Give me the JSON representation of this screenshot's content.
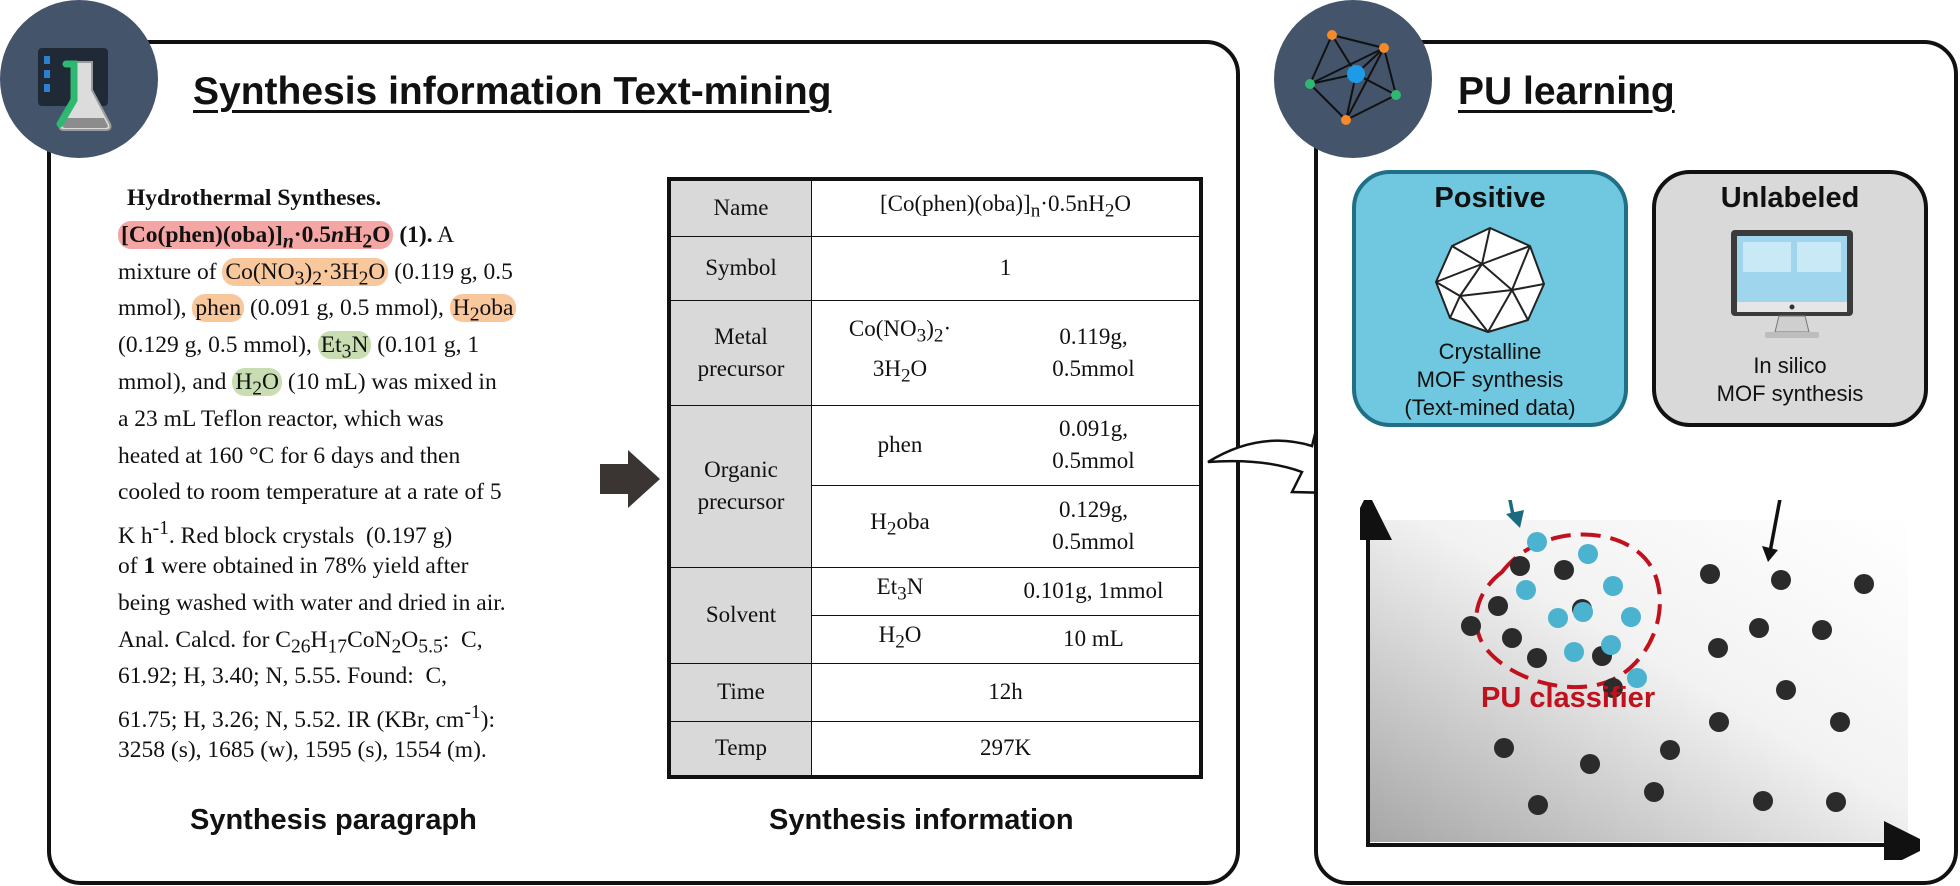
{
  "left_panel": {
    "title": "Synthesis information Text-mining",
    "icon": "lab-flask-icon"
  },
  "paragraph": {
    "heading": "Hydrothermal Syntheses.",
    "compound": "[Co(phen)(oba)]n·0.5nH2O",
    "compound_num": "(1).",
    "text": "A mixture of Co(NO3)2·3H2O (0.119 g, 0.5 mmol), phen (0.091 g, 0.5 mmol), H2oba (0.129 g, 0.5 mmol), Et3N (0.101 g, 1 mmol), and H2O (10 mL) was mixed in a 23 mL Teflon reactor, which was heated at 160 °C for 6 days and then cooled to room temperature at a rate of 5 K h-1. Red block crystals (0.197 g) of 1 were obtained in 78% yield after being washed with water and dried in air. Anal. Calcd. for C26H17CoN2O5.5: C, 61.92; H, 3.40; N, 5.55. Found: C, 61.75; H, 3.26; N, 5.52. IR (KBr, cm-1): 3258 (s), 1685 (w), 1595 (s), 1554 (m).",
    "highlights": {
      "metal": "Co(NO3)2·3H2O",
      "ligand1": "phen",
      "ligand2": "H2oba",
      "solvent1": "Et3N",
      "solvent2": "H2O"
    }
  },
  "captions": {
    "paragraph": "Synthesis paragraph",
    "table": "Synthesis information"
  },
  "table": {
    "name_label": "Name",
    "name_value": "[Co(phen)(oba)]n·0.5nH2O",
    "symbol_label": "Symbol",
    "symbol_value": "1",
    "metal_label": "Metal precursor",
    "metal_name": "Co(NO3)2·3H2O",
    "metal_amount": "0.119g, 0.5mmol",
    "organic_label": "Organic precursor",
    "organic": [
      {
        "name": "phen",
        "amount": "0.091g, 0.5mmol"
      },
      {
        "name": "H2oba",
        "amount": "0.129g, 0.5mmol"
      }
    ],
    "solvent_label": "Solvent",
    "solvent": [
      {
        "name": "Et3N",
        "amount": "0.101g, 1mmol"
      },
      {
        "name": "H2O",
        "amount": "10 mL"
      }
    ],
    "time_label": "Time",
    "time_value": "12h",
    "temp_label": "Temp",
    "temp_value": "297K"
  },
  "right_panel": {
    "title": "PU learning",
    "icon": "network-graph-icon",
    "positive_title": "Positive",
    "positive_lines": [
      "Crystalline",
      "MOF synthesis",
      "(Text-mined data)"
    ],
    "unlabeled_title": "Unlabeled",
    "unlabeled_lines": [
      "In silico",
      "MOF synthesis"
    ],
    "classifier_label": "PU classifier"
  },
  "colors": {
    "badge": "#44546a",
    "positive_fill": "#70c8e0",
    "positive_dot": "#4bb3cf",
    "unlabeled_fill": "#d9d9d9",
    "unlabeled_dot": "#2b2b2b",
    "classifier": "#c0111d"
  }
}
